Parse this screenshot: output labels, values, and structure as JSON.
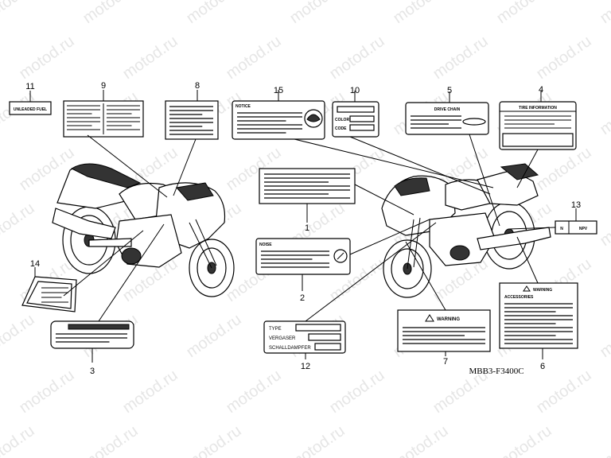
{
  "watermark": "motod.ru",
  "diagram_code": "MBB3-F3400C",
  "callouts": [
    "1",
    "2",
    "3",
    "4",
    "5",
    "6",
    "7",
    "8",
    "9",
    "10",
    "11",
    "12",
    "13",
    "14",
    "15"
  ],
  "labels": {
    "l11": "UNLEADED FUEL",
    "l4": "TIRE INFORMATION",
    "l5": "DRIVE CHAIN",
    "l10_color": "COLOR",
    "l10_code": "CODE",
    "l13_a": "N",
    "l13_b": "NPV",
    "l2": "NOISE",
    "l12_type": "TYPE",
    "l12_verg": "VERGASER",
    "l12_schall": "SCHALLDAMPFER",
    "l6_warn": "WARNING",
    "l6_acc": "ACCESSORIES",
    "l7_warn": "WARNING",
    "l15": "NOTICE"
  }
}
